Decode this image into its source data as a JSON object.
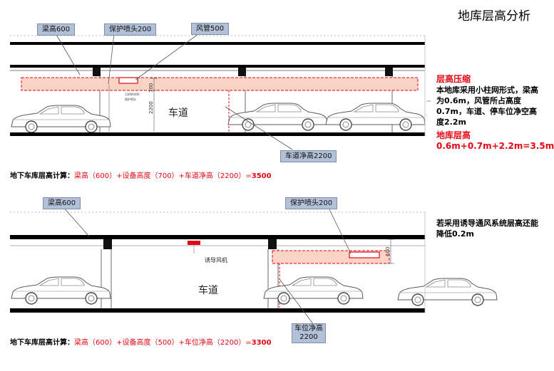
{
  "page_title": "地库层高分析",
  "top": {
    "callouts": {
      "beam": "梁高600",
      "sprinkler": "保护喷头200",
      "duct": "风管500",
      "clear": "车道净高2200"
    },
    "lane_text": "车道",
    "dim_700": "700",
    "dim_2200": "2200",
    "tiny_labels": [
      "1300X400",
      "保护喷头"
    ]
  },
  "side1": {
    "title": "层高压缩",
    "body": "本地库采用小柱网形式，梁高为0.6m，风管所占高度0.7m，车道、停车位净空高度2.2m",
    "title2": "地库层高",
    "formula": "0.6m+0.7m+2.2m=3.5m"
  },
  "calc1": {
    "label": "地下车库层高计算：",
    "expr": "梁高（600）+设备高度（700）+车道净高（2200）=",
    "result": "3500"
  },
  "bottom": {
    "callouts": {
      "beam": "梁高600",
      "sprinkler": "保护喷头200",
      "clear_line1": "车位净高",
      "clear_line2": "2200"
    },
    "lane_text": "车道",
    "fan_text": "诱导风机",
    "dim_600": "600"
  },
  "side2": {
    "body": "若采用诱导通风系统层高还能降低0.2m"
  },
  "calc2": {
    "label": "地下车库层高计算：",
    "expr": "梁高（600）+设备高度（500）+车位净高（2200）=",
    "result": "3300"
  },
  "colors": {
    "accent_red": "#e30613",
    "callout_fill": "#b3c1d8",
    "duct_fill": "#f9d3c4",
    "slab": "#000000"
  }
}
